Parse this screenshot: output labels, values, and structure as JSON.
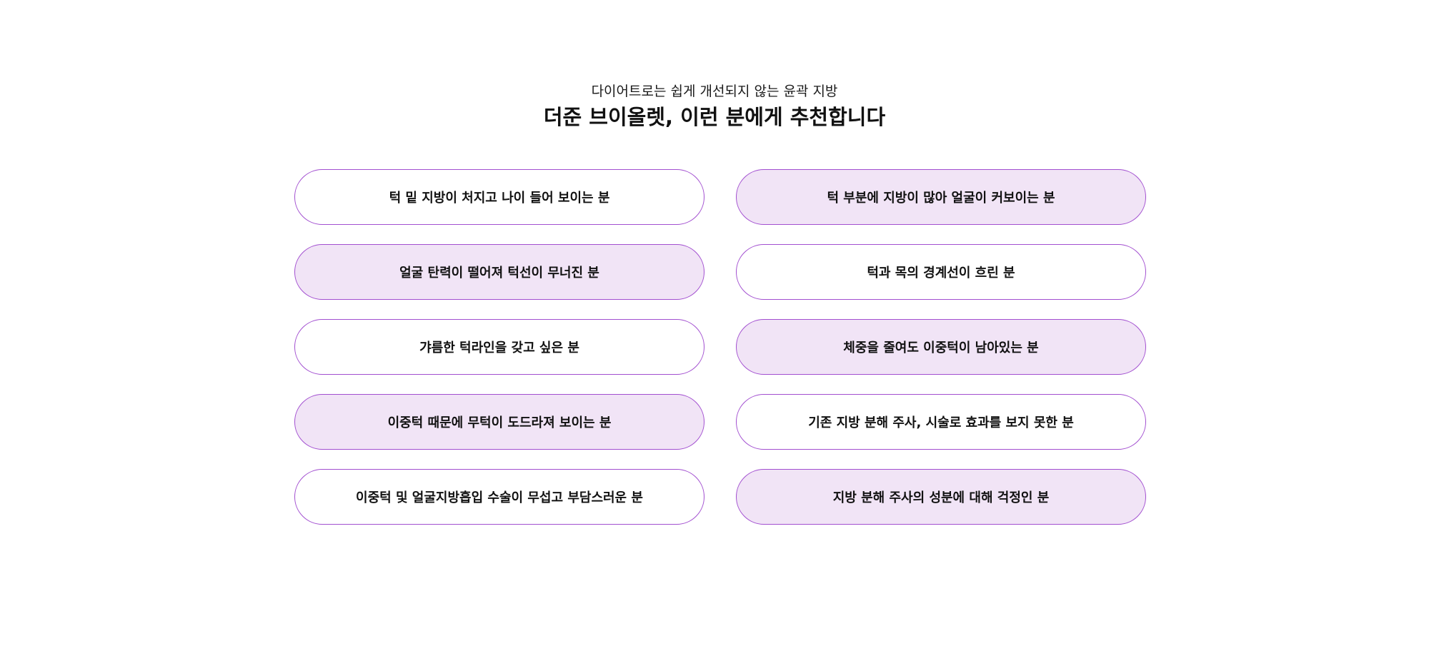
{
  "header": {
    "subtitle": "다이어트로는 쉽게 개선되지 않는 윤곽 지방",
    "title": "더준 브이올렛, 이런 분에게 추천합니다"
  },
  "colors": {
    "pill_border": "#a24fd0",
    "pill_tint": "#f1e4f6",
    "text": "#111111"
  },
  "recommendations": [
    {
      "label": "턱 밑 지방이 처지고 나이 들어 보이는 분",
      "style": "white"
    },
    {
      "label": "턱 부분에 지방이 많아 얼굴이 커보이는 분",
      "style": "tinted"
    },
    {
      "label": "얼굴 탄력이 떨어져 턱선이 무너진 분",
      "style": "tinted"
    },
    {
      "label": "턱과 목의 경계선이 흐린 분",
      "style": "white"
    },
    {
      "label": "갸름한 턱라인을 갖고 싶은 분",
      "style": "white"
    },
    {
      "label": "체중을 줄여도 이중턱이 남아있는 분",
      "style": "tinted"
    },
    {
      "label": "이중턱 때문에 무턱이 도드라져 보이는 분",
      "style": "tinted"
    },
    {
      "label": "기존 지방 분해 주사, 시술로 효과를 보지 못한 분",
      "style": "white"
    },
    {
      "label": "이중턱 및 얼굴지방흡입 수술이 무섭고 부담스러운 분",
      "style": "white"
    },
    {
      "label": "지방 분해 주사의 성분에 대해 걱정인 분",
      "style": "tinted"
    }
  ]
}
